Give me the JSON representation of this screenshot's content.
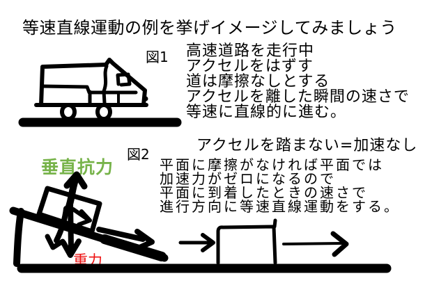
{
  "title": "等速直線運動の例を挙げイメージしてみましょう",
  "fig1": {
    "label": "図1",
    "caption_lines": [
      "高速道路を走行中",
      "アクセルをはずす",
      "道は摩擦なしとする",
      "アクセルを離した瞬間の速さで",
      "等速に直線的に進む。"
    ]
  },
  "accel_note": "アクセルを踏まない=加速なし",
  "fig2": {
    "label": "図2",
    "caption_lines": [
      "平面に摩擦がなければ平面では",
      "加速力がゼロになるので",
      "平面に到着したときの速さで",
      "進行方向に等速直線運動をする。"
    ],
    "normal_force_label": "垂直抗力",
    "gravity_label": "重力"
  },
  "colors": {
    "background": "#ffffff",
    "ink": "#000000",
    "normal_force_green": "#77b34a",
    "gravity_red": "#ee1111",
    "slope_component_purple": "#7e4fc5"
  }
}
